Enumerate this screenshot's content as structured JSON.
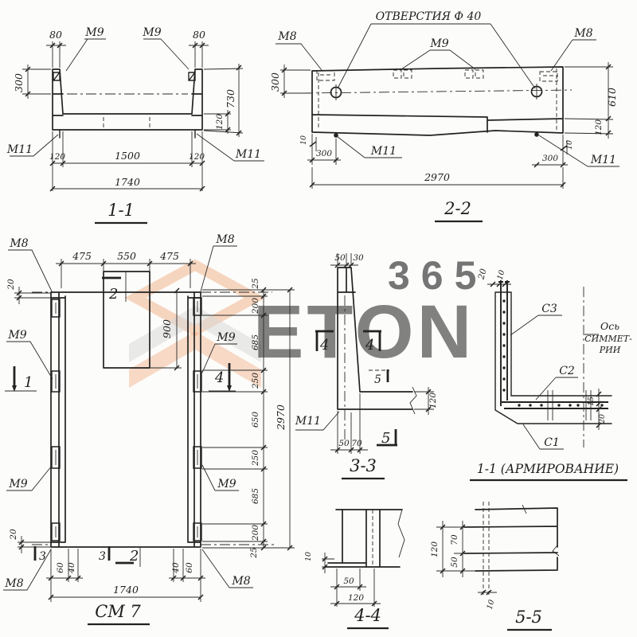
{
  "watermark": {
    "digits": "365",
    "letters": "ETON"
  },
  "s11": {
    "title": "1-1",
    "d80l": "80",
    "d80r": "80",
    "m9l": "М9",
    "m9r": "М9",
    "d300": "300",
    "d730": "730",
    "d120r": "120",
    "d120bl": "120",
    "d1500": "1500",
    "d120br": "120",
    "d1740": "1740",
    "m11l": "М11",
    "m11r": "М11"
  },
  "s22": {
    "title": "2-2",
    "holes": "ОТВЕРСТИЯ Ф 40",
    "m8l": "М8",
    "m8r": "М8",
    "m9": "М9",
    "d300l": "300",
    "d610": "610",
    "d120": "120",
    "d10l": "10",
    "d300bl": "300",
    "m11l": "М11",
    "d10r": "10",
    "d300br": "300",
    "m11r": "М11",
    "d2970": "2970"
  },
  "plan": {
    "title": "СМ 7",
    "d475a": "475",
    "d550": "550",
    "d475b": "475",
    "m8tl": "М8",
    "m8tr": "М8",
    "d20t": "20",
    "m9lt": "М9",
    "m9lb": "М9",
    "m8bl": "М8",
    "d20b": "20",
    "m9rt": "М9",
    "m9rb": "М9",
    "m8br": "М8",
    "mark1": "1",
    "mark2t": "2",
    "mark2b": "2",
    "mark3a": "3",
    "mark3b": "3",
    "mark4": "4",
    "d900": "900",
    "d2970": "2970",
    "chain": [
      "25",
      "200",
      "685",
      "250",
      "650",
      "250",
      "685",
      "200",
      "25"
    ],
    "d60l": "60",
    "d40l": "40",
    "d40r": "40",
    "d60r": "60",
    "d1740": "1740"
  },
  "s33": {
    "title": "3-3",
    "d50t": "50",
    "d30t": "30",
    "mark4l": "4",
    "mark4r": "4",
    "mark5t": "5",
    "mark5b": "5",
    "d120": "120",
    "m11": "М11",
    "d50b": "50",
    "d70b": "70"
  },
  "s11a": {
    "title": "1-1 (АРМИРОВАНИЕ)",
    "d20": "20",
    "d10": "10",
    "c3": "С3",
    "c2": "С2",
    "c1": "С1",
    "axis1": "Ось",
    "axis2": "СИММЕТ-",
    "axis3": "РИИ",
    "d15": "15",
    "d20r": "20"
  },
  "s44": {
    "title": "4-4",
    "d10": "10",
    "d50": "50",
    "d120": "120"
  },
  "s55": {
    "title": "5-5",
    "d120": "120",
    "d70": "70",
    "d50": "50",
    "d10": "10"
  }
}
